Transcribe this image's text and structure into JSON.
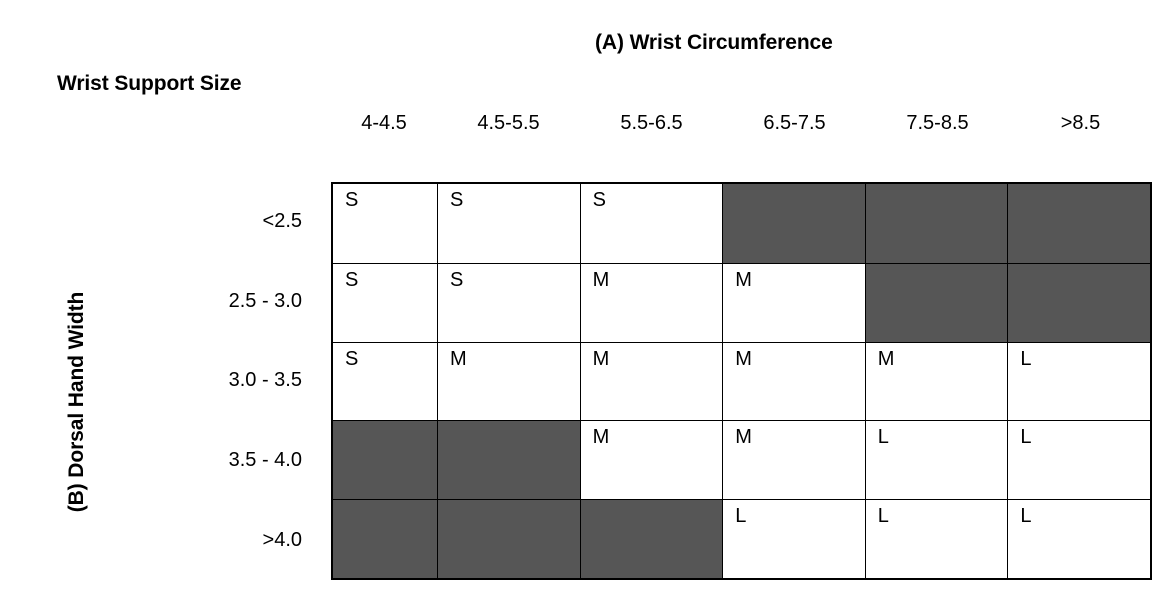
{
  "figure": {
    "title_a": "(A) Wrist Circumference",
    "title_support": "Wrist Support Size",
    "title_b": "(B) Dorsal Hand Width"
  },
  "chart_data": {
    "type": "heatmap",
    "title": "(A) Wrist Circumference",
    "xlabel": "(A) Wrist Circumference",
    "ylabel": "(B) Dorsal Hand Width",
    "legend_title": "Wrist Support Size",
    "grid": true,
    "categories_x": [
      "4-4.5",
      "4.5-5.5",
      "5.5-6.5",
      "6.5-7.5",
      "7.5-8.5",
      ">8.5"
    ],
    "categories_y": [
      "<2.5",
      "2.5 - 3.0",
      "3.0 - 3.5",
      "3.5 - 4.0",
      ">4.0"
    ],
    "cell_colors": {
      "empty": "#565656",
      "value": "#ffffff",
      "border": "#000000"
    },
    "values": [
      [
        "S",
        "S",
        "S",
        "",
        "",
        ""
      ],
      [
        "S",
        "S",
        "M",
        "M",
        "",
        ""
      ],
      [
        "S",
        "M",
        "M",
        "M",
        "M",
        "L"
      ],
      [
        "",
        "",
        "M",
        "M",
        "L",
        "L"
      ],
      [
        "",
        "",
        "",
        "L",
        "L",
        "L"
      ]
    ],
    "rows": [
      {
        "label": "<2.5",
        "cells": [
          "S",
          "S",
          "S",
          "",
          "",
          ""
        ]
      },
      {
        "label": "2.5 - 3.0",
        "cells": [
          "S",
          "S",
          "M",
          "M",
          "",
          ""
        ]
      },
      {
        "label": "3.0 - 3.5",
        "cells": [
          "S",
          "M",
          "M",
          "M",
          "M",
          "L"
        ]
      },
      {
        "label": "3.5 - 4.0",
        "cells": [
          "",
          "",
          "M",
          "M",
          "L",
          "L"
        ]
      },
      {
        "label": ">4.0",
        "cells": [
          "",
          "",
          "",
          "L",
          "L",
          "L"
        ]
      }
    ]
  }
}
